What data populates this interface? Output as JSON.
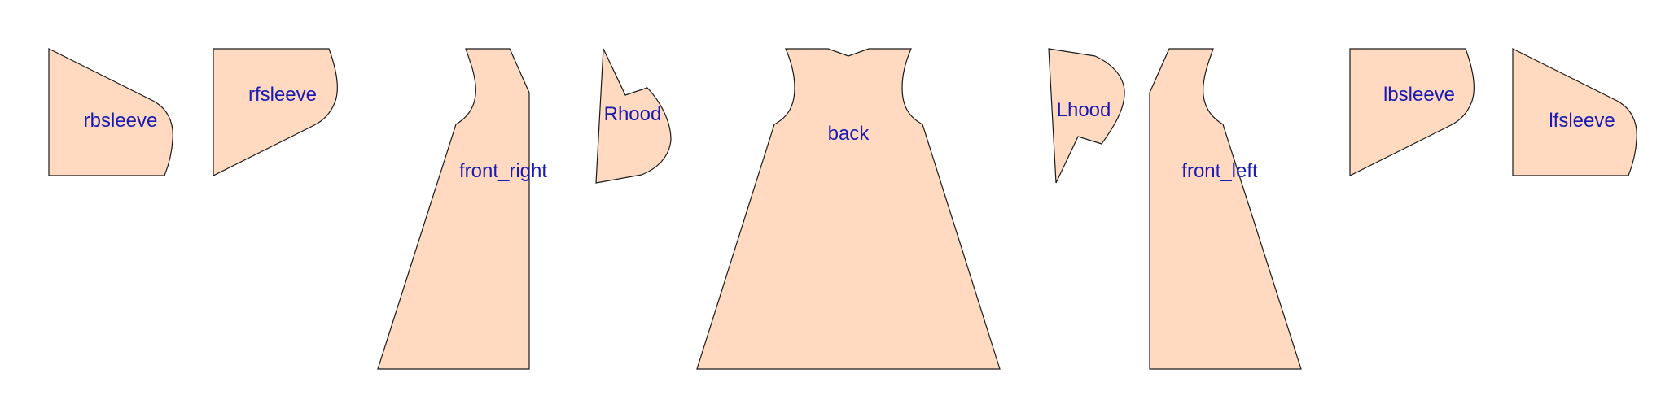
{
  "diagram": {
    "colors": {
      "fill": "#FFDAC1",
      "stroke": "#1a1a1a",
      "label": "#1a1ab0"
    },
    "pieces": [
      {
        "id": "rbsleeve",
        "label": "rbsleeve"
      },
      {
        "id": "rfsleeve",
        "label": "rfsleeve"
      },
      {
        "id": "front_right",
        "label": "front_right"
      },
      {
        "id": "Rhood",
        "label": "Rhood"
      },
      {
        "id": "back",
        "label": "back"
      },
      {
        "id": "Lhood",
        "label": "Lhood"
      },
      {
        "id": "front_left",
        "label": "front_left"
      },
      {
        "id": "lbsleeve",
        "label": "lbsleeve"
      },
      {
        "id": "lfsleeve",
        "label": "lfsleeve"
      }
    ]
  }
}
